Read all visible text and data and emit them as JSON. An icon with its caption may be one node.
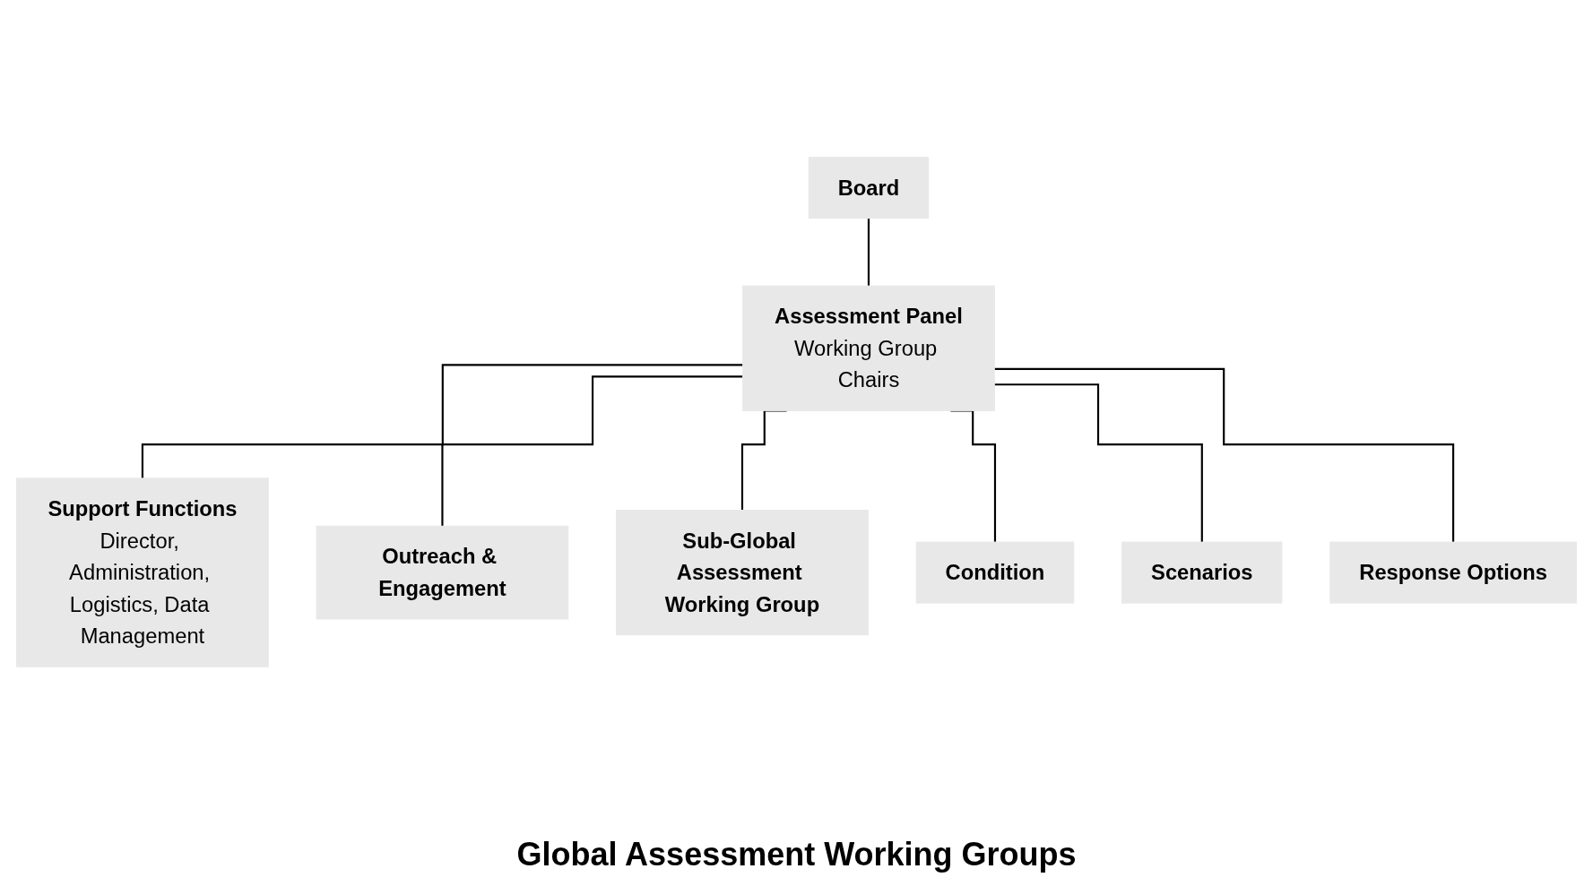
{
  "diagram": {
    "nodes": [
      {
        "text": [
          "Board"
        ]
      },
      {
        "text": [
          "Assessment Panel",
          "Working Group Chairs"
        ]
      },
      {
        "text": [
          "Support Functions",
          "Director, Administration, Logistics, Data Management"
        ]
      },
      {
        "text": [
          "Outreach & Engagement"
        ]
      },
      {
        "text": [
          "Sub-Global Assessment Working Group"
        ]
      },
      {
        "text": [
          "Condition"
        ]
      },
      {
        "text": [
          "Scenarios"
        ]
      },
      {
        "text": [
          "Response Options"
        ]
      }
    ],
    "edges": [
      {
        "from": 0,
        "to": 1,
        "arrow": "none"
      },
      {
        "from": 1,
        "to": 2,
        "arrow": "none"
      },
      {
        "from": 1,
        "to": 3,
        "arrow": "none"
      },
      {
        "from": 1,
        "to": 4,
        "arrow": "none"
      },
      {
        "from": 1,
        "to": 5,
        "arrow": "none"
      },
      {
        "from": 1,
        "to": 6,
        "arrow": "none"
      },
      {
        "from": 1,
        "to": 7,
        "arrow": "none"
      }
    ],
    "labels": [
      "Global Assessment Working Groups"
    ]
  }
}
